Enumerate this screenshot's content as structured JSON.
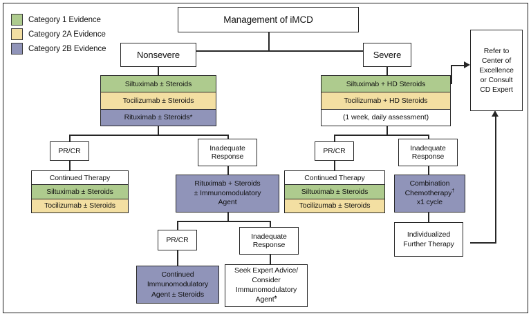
{
  "legend": {
    "items": [
      {
        "label": "Category 1 Evidence",
        "color": "#aecb8e",
        "key": "cat1"
      },
      {
        "label": "Category 2A Evidence",
        "color": "#f3dfa2",
        "key": "cat2a"
      },
      {
        "label": "Category 2B Evidence",
        "color": "#9094b9",
        "key": "cat2b"
      }
    ]
  },
  "nodes": {
    "root": "Management of iMCD",
    "nonsevere": "Nonsevere",
    "severe": "Severe",
    "refer": "Refer to\nCenter of\nExcellence\nor Consult\nCD Expert",
    "refer_lines": [
      "Refer to",
      "Center of",
      "Excellence",
      "or Consult",
      "CD Expert"
    ],
    "nonsevere_tx": [
      {
        "text": "Siltuximab ± Steroids",
        "category": "cat1"
      },
      {
        "text": "Tocilizumab ± Steroids",
        "category": "cat2a"
      },
      {
        "text": "Rituximab ± Steroids*",
        "category": "cat2b"
      }
    ],
    "severe_tx": [
      {
        "text": "Siltuximab + HD Steroids",
        "category": "cat1"
      },
      {
        "text": "Tocilizumab + HD Steroids",
        "category": "cat2a"
      },
      {
        "text": "(1 week, daily assessment)",
        "category": "none"
      }
    ],
    "ns_prcr": "PR/CR",
    "ns_inadequate_lines": [
      "Inadequate",
      "Response"
    ],
    "ns_continued": [
      {
        "text": "Continued Therapy",
        "category": "none"
      },
      {
        "text": "Siltuximab ± Steroids",
        "category": "cat1"
      },
      {
        "text": "Tocilizumab ± Steroids",
        "category": "cat2a"
      }
    ],
    "ns_rituximab_lines": [
      "Rituximab + Steroids",
      "± Immunomodulatory",
      "Agent"
    ],
    "sv_prcr": "PR/CR",
    "sv_inadequate_lines": [
      "Inadequate",
      "Response"
    ],
    "sv_continued": [
      {
        "text": "Continued Therapy",
        "category": "none"
      },
      {
        "text": "Siltuximab ± Steroids",
        "category": "cat1"
      },
      {
        "text": "Tocilizumab ± Steroids",
        "category": "cat2a"
      }
    ],
    "sv_chemo_lines": [
      "Combination",
      "Chemotherapy†",
      "x1 cycle"
    ],
    "sv_chemo_line1": "Combination",
    "sv_chemo_line2": "Chemotherapy",
    "sv_chemo_marker": "†",
    "sv_chemo_line3": "x1 cycle",
    "individualized_lines": [
      "Individualized",
      "Further Therapy"
    ],
    "lvl3_prcr": "PR/CR",
    "lvl3_inadequate_lines": [
      "Inadequate",
      "Response"
    ],
    "continued_immuno_lines": [
      "Continued",
      "Immunomodulatory",
      "Agent ± Steroids"
    ],
    "seek_expert_line1": "Seek Expert Advice/",
    "seek_expert_line2": "Consider",
    "seek_expert_line3": "Immunomodulatory",
    "seek_expert_line4": "Agent",
    "seek_expert_marker": "♠"
  }
}
